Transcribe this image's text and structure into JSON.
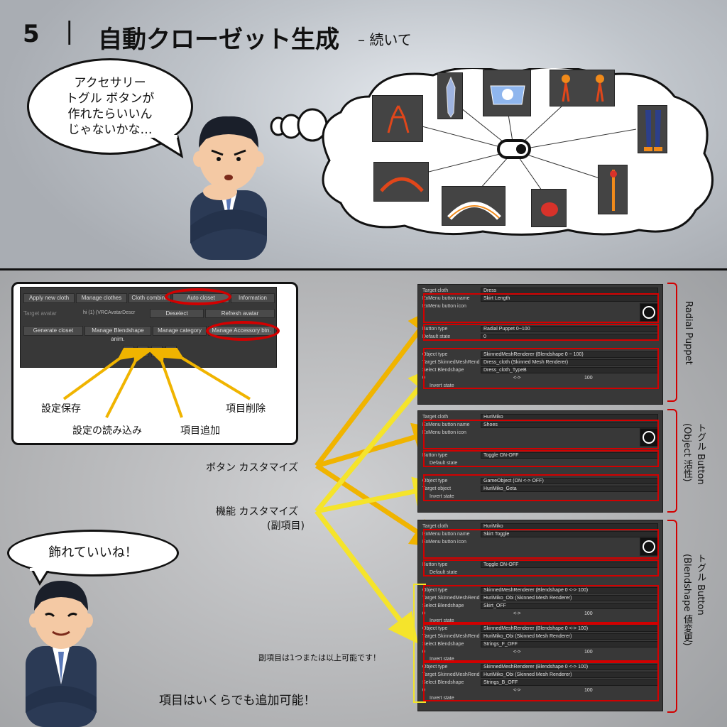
{
  "header": {
    "number": "5",
    "separator": "|",
    "title": "自動クローゼット生成",
    "subtitle": "– 続いて"
  },
  "thought": {
    "line1": "アクセサリー",
    "line2": "トグル ボタンが",
    "line3": "作れたらいいん",
    "line4": "じゃないかな…"
  },
  "speech2": {
    "text": "飾れていいね！"
  },
  "toolbar": {
    "row1": [
      "Apply new cloth",
      "Manage clothes",
      "Cloth combine",
      "Auto closet",
      "Information"
    ],
    "avatar_label": "Target avatar",
    "avatar_value": "hi (1) (VRCAvatarDescr",
    "deselect": "Deselect",
    "refresh": "Refresh avatar",
    "row3": [
      "Generate closet",
      "Manage Blendshape anim.",
      "Manage category",
      "Manage Accessory btn."
    ],
    "icons": [
      "save-icon",
      "load-icon",
      "plus-icon",
      "minus-icon"
    ],
    "plus_glyph": "+",
    "minus_glyph": "−"
  },
  "toolbar_labels": {
    "save": "設定保存",
    "load": "設定の読み込み",
    "add": "項目追加",
    "delete": "項目削除"
  },
  "callouts": {
    "button_custom": "ボタン カスタマイズ",
    "func_custom1": "機能 カスタマイズ",
    "func_custom2": "(副項目)",
    "sub_note": "副項目は1つまたは以上可能です！",
    "add_note": "項目はいくらでも追加可能！"
  },
  "side_labels": {
    "radial": "Radial Puppet",
    "toggle_obj": "トグル Button\n(Object 活性)",
    "toggle_bs": "トグル Button\n(Blendshape 値変更)"
  },
  "panel1": {
    "target_cloth_label": "Target cloth",
    "target_cloth": "Dress",
    "btn_name_label": "ExMenu button name",
    "btn_name": "Skirt Length",
    "btn_icon_label": "ExMenu button icon",
    "btn_type_label": "Button type",
    "btn_type": "Radial Puppet 0~100",
    "default_label": "Default state",
    "default_value": "0",
    "obj_type_label": "Object type",
    "obj_type": "SkinnedMeshRenderer (Blendshape 0 ~ 100)",
    "target_smr_label": "Target SkinnedMeshRend",
    "target_smr": "Dress_cloth (Skinned Mesh Renderer)",
    "select_bs_label": "Select Blendshape",
    "select_bs": "Dress_cloth_TypeB",
    "range_from": "0",
    "range_sep": "<->",
    "range_to": "100",
    "invert": "Invert state"
  },
  "panel2": {
    "target_cloth": "HuriMiko",
    "btn_name": "Shoes",
    "btn_type": "Toggle ON-OFF",
    "default_label": "Default state",
    "obj_type": "GameObject (ON <-> OFF)",
    "target_obj_label": "Target object",
    "target_obj": "HuriMiko_Geta",
    "invert": "Invert state"
  },
  "panel3": {
    "target_cloth": "HuriMiko",
    "btn_name": "Skirt Toggle",
    "btn_type": "Toggle ON-OFF",
    "default_label": "Default state",
    "subs": [
      {
        "obj_type": "SkinnedMeshRenderer (Blendshape 0 <-> 100)",
        "smr": "HuriMiko_Obi (Skinned Mesh Renderer)",
        "bs": "Skirt_OFF",
        "from": "0",
        "sep": "<->",
        "to": "100",
        "invert": "Invert state"
      },
      {
        "obj_type": "SkinnedMeshRenderer (Blendshape 0 <-> 100)",
        "smr": "HuriMiko_Obi (Skinned Mesh Renderer)",
        "bs": "Strings_F_OFF",
        "from": "0",
        "sep": "<->",
        "to": "100",
        "invert": "Invert state"
      },
      {
        "obj_type": "SkinnedMeshRenderer (Blendshape 0 <-> 100)",
        "smr": "HuriMiko_Obi (Skinned Mesh Renderer)",
        "bs": "Strings_B_OFF",
        "from": "0",
        "sep": "<->",
        "to": "100",
        "invert": "Invert state"
      }
    ]
  },
  "colors": {
    "red": "#d20000",
    "yellow": "#f2e52a",
    "orange": "#f0b400",
    "ui_bg": "#383838"
  }
}
